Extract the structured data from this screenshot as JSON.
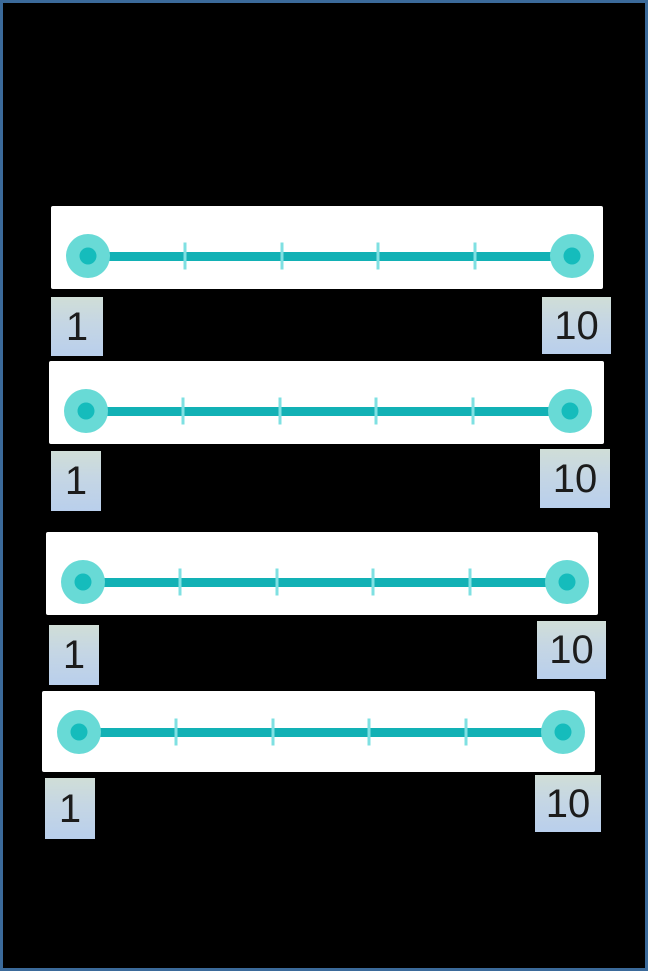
{
  "palette": {
    "page_bg": "#000000",
    "frame": "#3b6a9a",
    "card_bg": "#ffffff",
    "track": "#12b1b5",
    "tick": "#7fe0e2",
    "handle_outer": "#68dad6",
    "handle_inner": "#15bcbc",
    "label_bg_top": "#d0ded7",
    "label_bg_bottom": "#b9cfec",
    "label_text": "#1c1c1c"
  },
  "sliders": [
    {
      "min_label": "1",
      "max_label": "10",
      "tick_count": 4,
      "handles": 2
    },
    {
      "min_label": "1",
      "max_label": "10",
      "tick_count": 4,
      "handles": 2
    },
    {
      "min_label": "1",
      "max_label": "10",
      "tick_count": 4,
      "handles": 2
    },
    {
      "min_label": "1",
      "max_label": "10",
      "tick_count": 4,
      "handles": 2
    }
  ]
}
